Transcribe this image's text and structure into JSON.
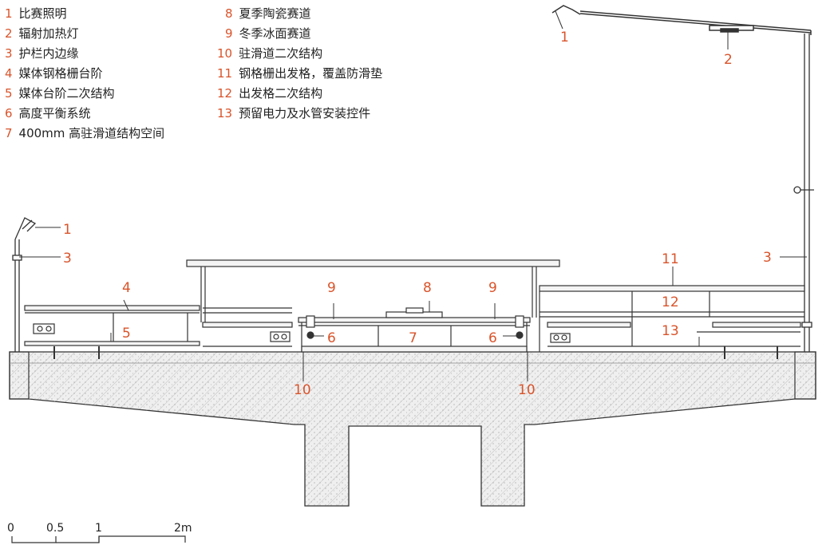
{
  "legend": [
    {
      "num": "1",
      "text": "比赛照明"
    },
    {
      "num": "2",
      "text": "辐射加热灯"
    },
    {
      "num": "3",
      "text": "护栏内边缘"
    },
    {
      "num": "4",
      "text": "媒体钢格栅台阶"
    },
    {
      "num": "5",
      "text": "媒体台阶二次结构"
    },
    {
      "num": "6",
      "text": "高度平衡系统"
    },
    {
      "num": "7",
      "text": "400mm 高驻滑道结构空间"
    },
    {
      "num": "8",
      "text": "夏季陶瓷赛道"
    },
    {
      "num": "9",
      "text": "冬季冰面赛道"
    },
    {
      "num": "10",
      "text": "驻滑道二次结构"
    },
    {
      "num": "11",
      "text": "钢格栅出发格，覆盖防滑垫"
    },
    {
      "num": "12",
      "text": "出发格二次结构"
    },
    {
      "num": "13",
      "text": "预留电力及水管安装控件"
    }
  ],
  "callouts": {
    "c1_top": "1",
    "c2": "2",
    "c3_right": "3",
    "c1_left": "1",
    "c3_left": "3",
    "c4": "4",
    "c5": "5",
    "c9_left": "9",
    "c8": "8",
    "c9_right": "9",
    "c6_left": "6",
    "c7": "7",
    "c6_right": "6",
    "c10_left": "10",
    "c10_right": "10",
    "c11": "11",
    "c12": "12",
    "c13": "13"
  },
  "scale": {
    "labels": [
      "0",
      "0.5",
      "1",
      "2m"
    ]
  },
  "colors": {
    "accent": "#d9542b",
    "line": "#333333",
    "concrete": "#e9e9e9"
  }
}
